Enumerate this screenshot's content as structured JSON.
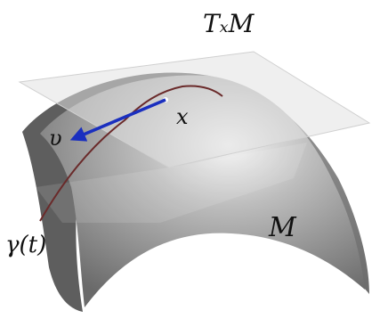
{
  "labels": {
    "tangent_space": "TₓM",
    "point": "x",
    "vector": "υ",
    "manifold": "M",
    "curve": "γ(t)"
  },
  "colors": {
    "manifold_dark": "#5f5f5f",
    "manifold_mid": "#8a8a8a",
    "manifold_light": "#f4f4f4",
    "tangent_plane": "#e2e2e2",
    "vector": "#1a2fbf",
    "curve": "#6a2a2a"
  }
}
